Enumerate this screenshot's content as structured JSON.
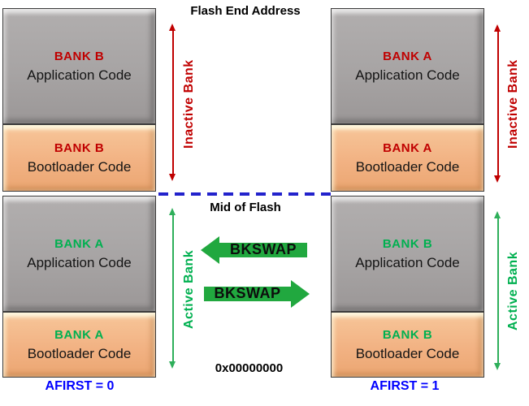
{
  "diagram": {
    "flash_end_label": "Flash End Address",
    "mid_of_flash_label": "Mid of Flash",
    "base_address_label": "0x00000000",
    "bkswap_left_label": "BKSWAP",
    "bkswap_right_label": "BKSWAP",
    "columns": [
      {
        "afirst_label": "AFIRST = 0",
        "inactive_bank_label": "Inactive Bank",
        "active_bank_label": "Active Bank",
        "banks": [
          {
            "name": "BANK B",
            "code": "Application Code",
            "region": "application",
            "state": "inactive"
          },
          {
            "name": "BANK B",
            "code": "Bootloader Code",
            "region": "bootloader",
            "state": "inactive"
          },
          {
            "name": "BANK A",
            "code": "Application Code",
            "region": "application",
            "state": "active"
          },
          {
            "name": "BANK A",
            "code": "Bootloader Code",
            "region": "bootloader",
            "state": "active"
          }
        ]
      },
      {
        "afirst_label": "AFIRST = 1",
        "inactive_bank_label": "Inactive Bank",
        "active_bank_label": "Active Bank",
        "banks": [
          {
            "name": "BANK A",
            "code": "Application Code",
            "region": "application",
            "state": "inactive"
          },
          {
            "name": "BANK A",
            "code": "Bootloader Code",
            "region": "bootloader",
            "state": "inactive"
          },
          {
            "name": "BANK B",
            "code": "Application Code",
            "region": "application",
            "state": "active"
          },
          {
            "name": "BANK B",
            "code": "Bootloader Code",
            "region": "bootloader",
            "state": "active"
          }
        ]
      }
    ],
    "colors": {
      "inactive_text": "#c00000",
      "active_text": "#00b050",
      "afirst_text": "#0000ff",
      "dashed_line": "#2222cc",
      "block_arrow_green": "#21a83f",
      "vertical_arrow_green": "#2eaf5a",
      "gray_fill": "#a7a4a4",
      "orange_fill": "#f2b283"
    }
  }
}
